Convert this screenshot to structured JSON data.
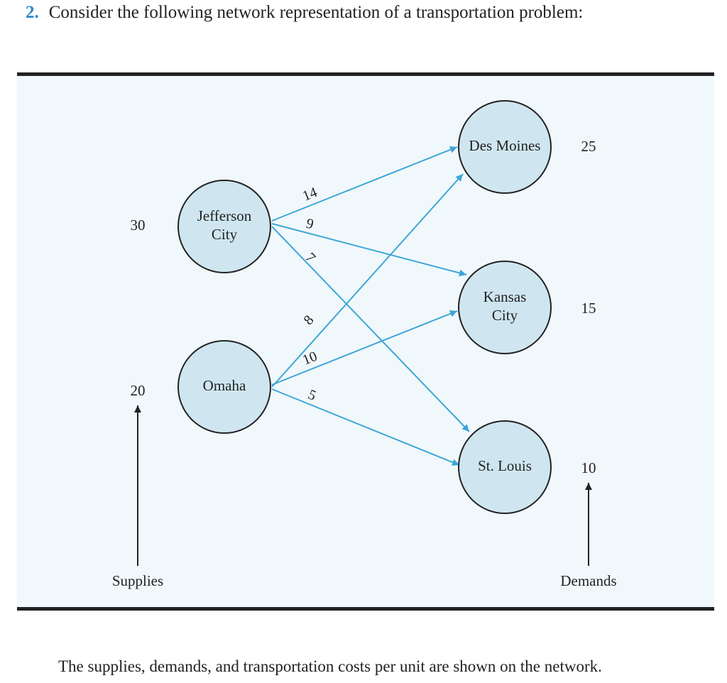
{
  "question": {
    "number": "2.",
    "text": "Consider the following network representation of a transportation problem:"
  },
  "diagram": {
    "colors": {
      "panel": "#f0f8fb",
      "node_fill": "#cfe6f0",
      "node_stroke": "#222222",
      "arc": "#3ea6d8"
    },
    "sources": [
      {
        "id": "jc",
        "label_lines": [
          "Jefferson",
          "City"
        ],
        "supply": "30"
      },
      {
        "id": "om",
        "label_lines": [
          "Omaha"
        ],
        "supply": "20"
      }
    ],
    "destinations": [
      {
        "id": "dm",
        "label_lines": [
          "Des Moines"
        ],
        "demand": "25"
      },
      {
        "id": "kc",
        "label_lines": [
          "Kansas",
          "City"
        ],
        "demand": "15"
      },
      {
        "id": "sl",
        "label_lines": [
          "St. Louis"
        ],
        "demand": "10"
      }
    ],
    "arcs": [
      {
        "from": "jc",
        "to": "dm",
        "cost": "14"
      },
      {
        "from": "jc",
        "to": "kc",
        "cost": "9"
      },
      {
        "from": "jc",
        "to": "sl",
        "cost": "7"
      },
      {
        "from": "om",
        "to": "dm",
        "cost": "8"
      },
      {
        "from": "om",
        "to": "kc",
        "cost": "10"
      },
      {
        "from": "om",
        "to": "sl",
        "cost": "5"
      }
    ],
    "supplies_label": "Supplies",
    "demands_label": "Demands"
  },
  "footer": {
    "text": "The supplies, demands, and transportation costs per unit are shown on the network."
  }
}
